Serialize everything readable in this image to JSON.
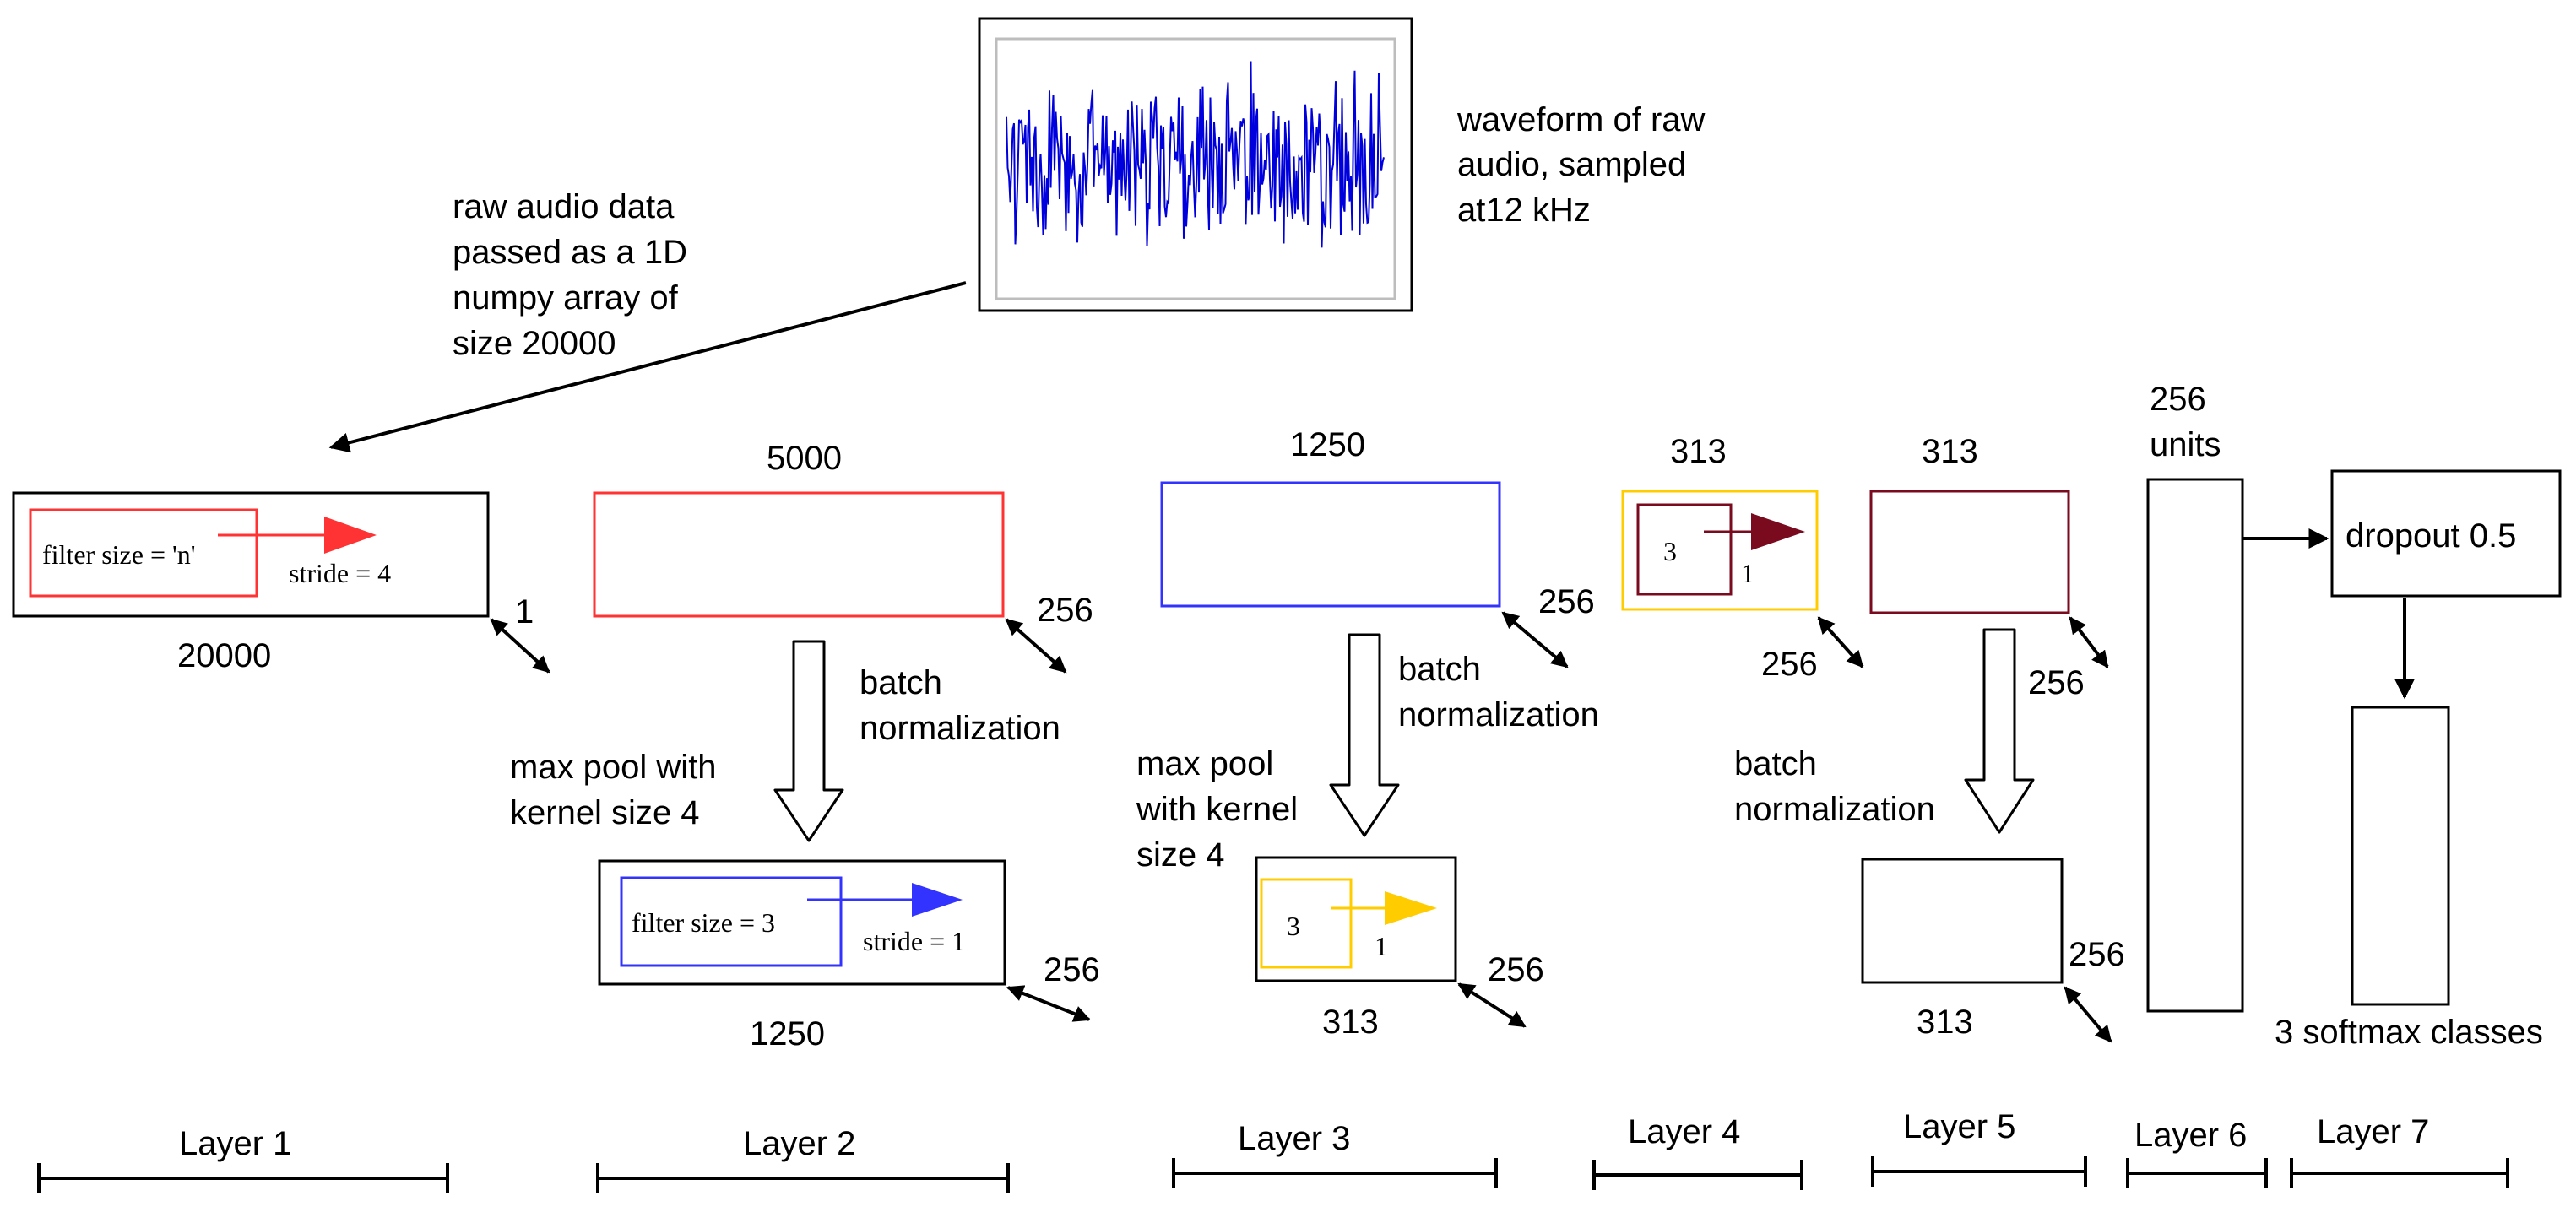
{
  "waveform": {
    "caption_lines": [
      "waveform of raw",
      "audio, sampled",
      "at12 kHz"
    ],
    "color": "#0000dd"
  },
  "input_note": {
    "lines": [
      "raw audio data",
      "passed as a 1D",
      "numpy array of",
      "size 20000"
    ]
  },
  "layer1": {
    "filter_label": "filter size = 'n'",
    "stride_label": "stride = 4",
    "depth": "1",
    "length": "20000",
    "accent": "#ff3333"
  },
  "layer2": {
    "conv_length": "5000",
    "conv_depth": "256",
    "batch_norm_lines": [
      "batch",
      "normalization"
    ],
    "maxpool_lines": [
      "max pool with",
      "kernel size 4"
    ],
    "filter_label": "filter size = 3",
    "stride_label": "stride = 1",
    "pool_depth": "256",
    "pool_length": "1250",
    "accent": "#ff3333",
    "filter_accent": "#3333ff"
  },
  "layer3": {
    "conv_length": "1250",
    "conv_depth": "256",
    "batch_norm_lines": [
      "batch",
      "normalization"
    ],
    "maxpool_lines": [
      "max pool",
      "with kernel",
      "size 4"
    ],
    "filter_label": "3",
    "stride_label": "1",
    "pool_depth": "256",
    "pool_length": "313",
    "accent": "#3333ff",
    "filter_accent": "#ffcc00"
  },
  "layer4": {
    "length": "313",
    "filter_label": "3",
    "stride_label": "1",
    "depth": "256",
    "accent": "#ffcc00",
    "filter_accent": "#7a0a1e"
  },
  "layer5": {
    "conv_length": "313",
    "conv_depth": "256",
    "batch_norm_lines": [
      "batch",
      "normalization"
    ],
    "pool_depth": "256",
    "pool_length": "313",
    "accent": "#7a0a1e"
  },
  "layer6": {
    "units_lines": [
      "256",
      "units"
    ]
  },
  "layer7": {
    "dropout_label": "dropout 0.5",
    "softmax_label": "3 softmax classes"
  },
  "layer_labels": [
    "Layer 1",
    "Layer 2",
    "Layer 3",
    "Layer 4",
    "Layer 5",
    "Layer 6",
    "Layer 7"
  ]
}
